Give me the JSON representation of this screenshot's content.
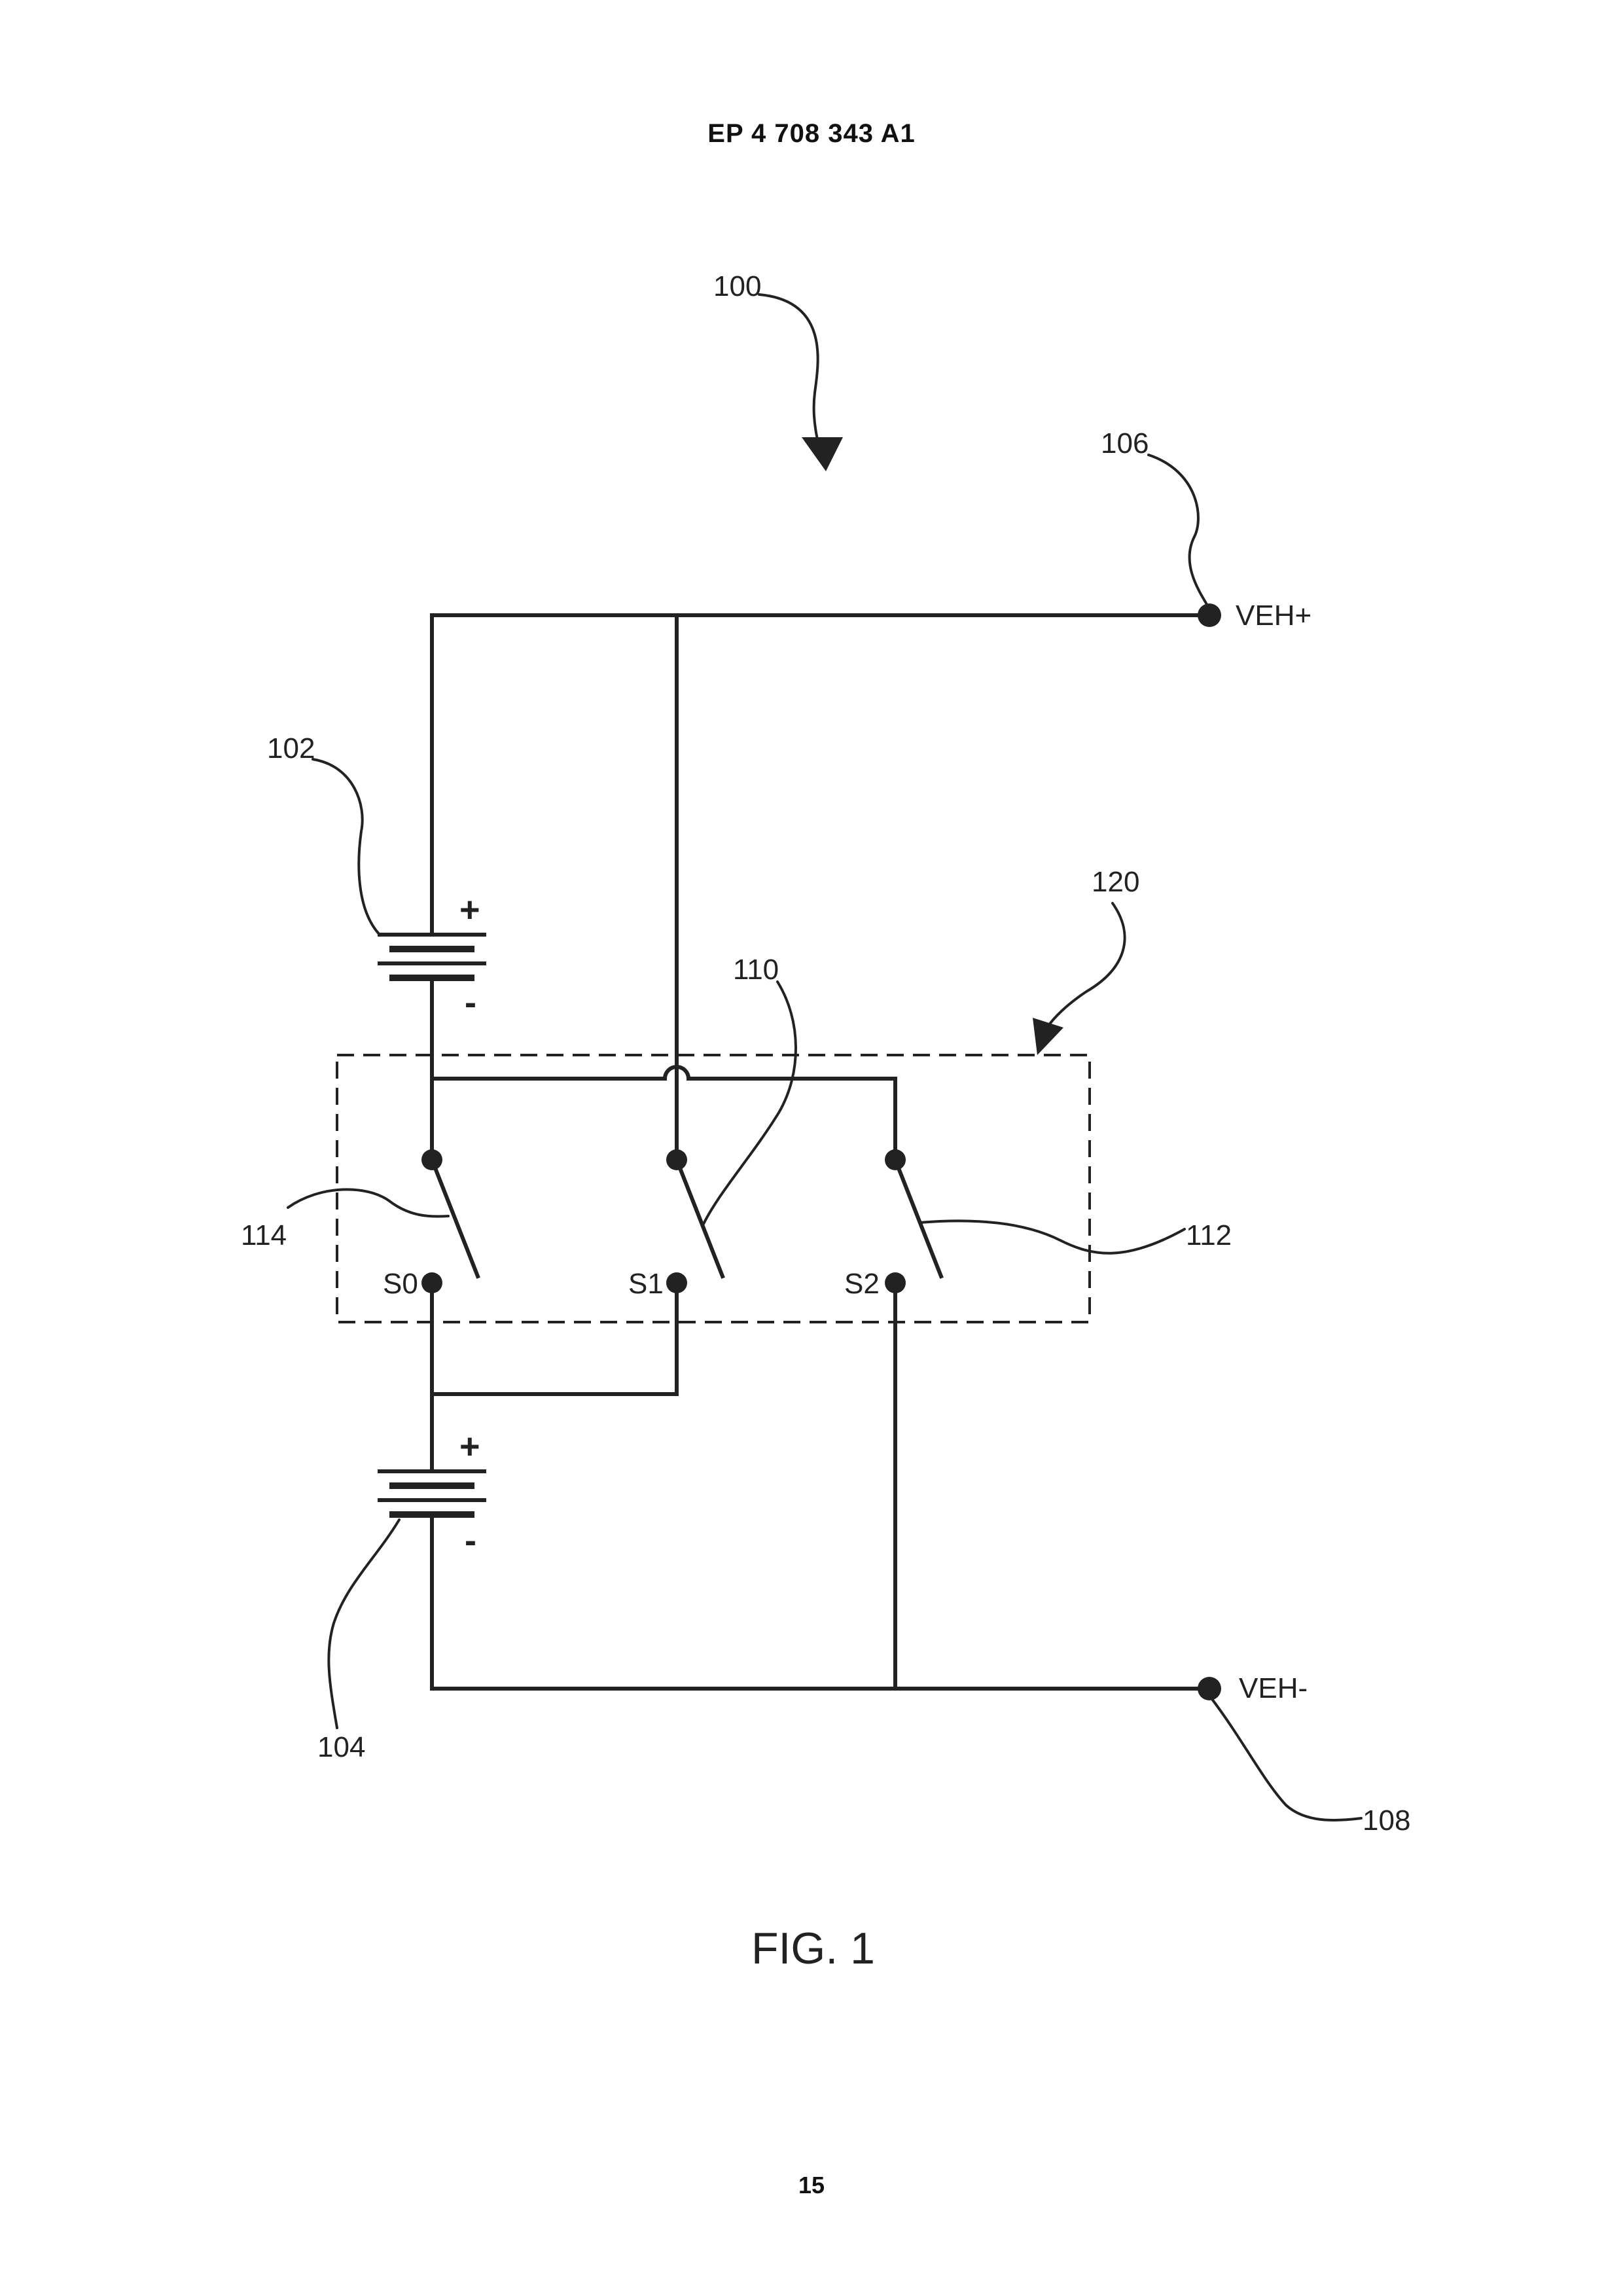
{
  "header": {
    "publication_number": "EP 4 708 343 A1"
  },
  "footer": {
    "page_number": "15"
  },
  "figure": {
    "caption": "FIG. 1",
    "refs": {
      "r100": "100",
      "r102": "102",
      "r104": "104",
      "r106": "106",
      "r108": "108",
      "r110": "110",
      "r112": "112",
      "r114": "114",
      "r120": "120"
    },
    "terminals": {
      "pos": "VEH+",
      "neg": "VEH-"
    },
    "switch_contacts": {
      "s0": "S0",
      "s1": "S1",
      "s2": "S2"
    },
    "battery_signs": {
      "plus": "+",
      "minus": "-"
    }
  }
}
